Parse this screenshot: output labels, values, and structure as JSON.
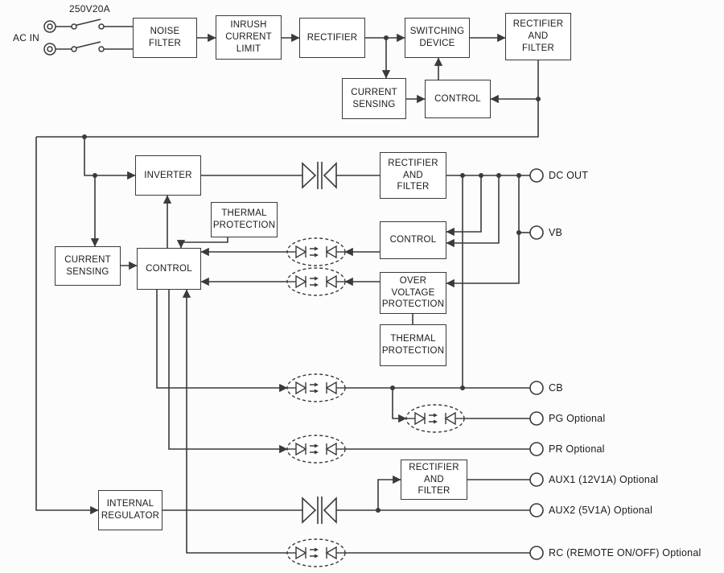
{
  "diagram": {
    "input": {
      "ac_label": "AC IN",
      "breaker_rating": "250V20A"
    },
    "boxes": {
      "noise_filter": "NOISE\nFILTER",
      "inrush_current_limit": "INRUSH\nCURRENT\nLIMIT",
      "rectifier_input": "RECTIFIER",
      "switching_device": "SWITCHING\nDEVICE",
      "rectifier_filter_primary": "RECTIFIER\nAND\nFILTER",
      "current_sensing_primary": "CURRENT\nSENSING",
      "control_switching": "CONTROL",
      "inverter": "INVERTER",
      "rectifier_filter_main": "RECTIFIER\nAND\nFILTER",
      "thermal_protection_upper": "THERMAL\nPROTECTION",
      "control_secondary": "CONTROL",
      "current_sensing_secondary": "CURRENT\nSENSING",
      "control_primary": "CONTROL",
      "over_voltage_protection": "OVER\nVOLTAGE\nPROTECTION",
      "thermal_protection_lower": "THERMAL\nPROTECTION",
      "rectifier_filter_aux": "RECTIFIER\nAND\nFILTER",
      "internal_regulator": "INTERNAL\nREGULATOR"
    },
    "terminals": [
      {
        "id": "dc-out",
        "label": "DC OUT"
      },
      {
        "id": "vb",
        "label": "VB"
      },
      {
        "id": "cb",
        "label": "CB"
      },
      {
        "id": "pg",
        "label": "PG Optional"
      },
      {
        "id": "pr",
        "label": "PR Optional"
      },
      {
        "id": "aux1",
        "label": "AUX1 (12V1A) Optional"
      },
      {
        "id": "aux2",
        "label": "AUX2 (5V1A) Optional"
      },
      {
        "id": "rc",
        "label": "RC (REMOTE ON/OFF) Optional"
      }
    ],
    "colors": {
      "line": "#3a3a3a",
      "box_border": "#3a3a3a",
      "background": "#fcfcfc",
      "text": "#1b1b1b"
    }
  }
}
